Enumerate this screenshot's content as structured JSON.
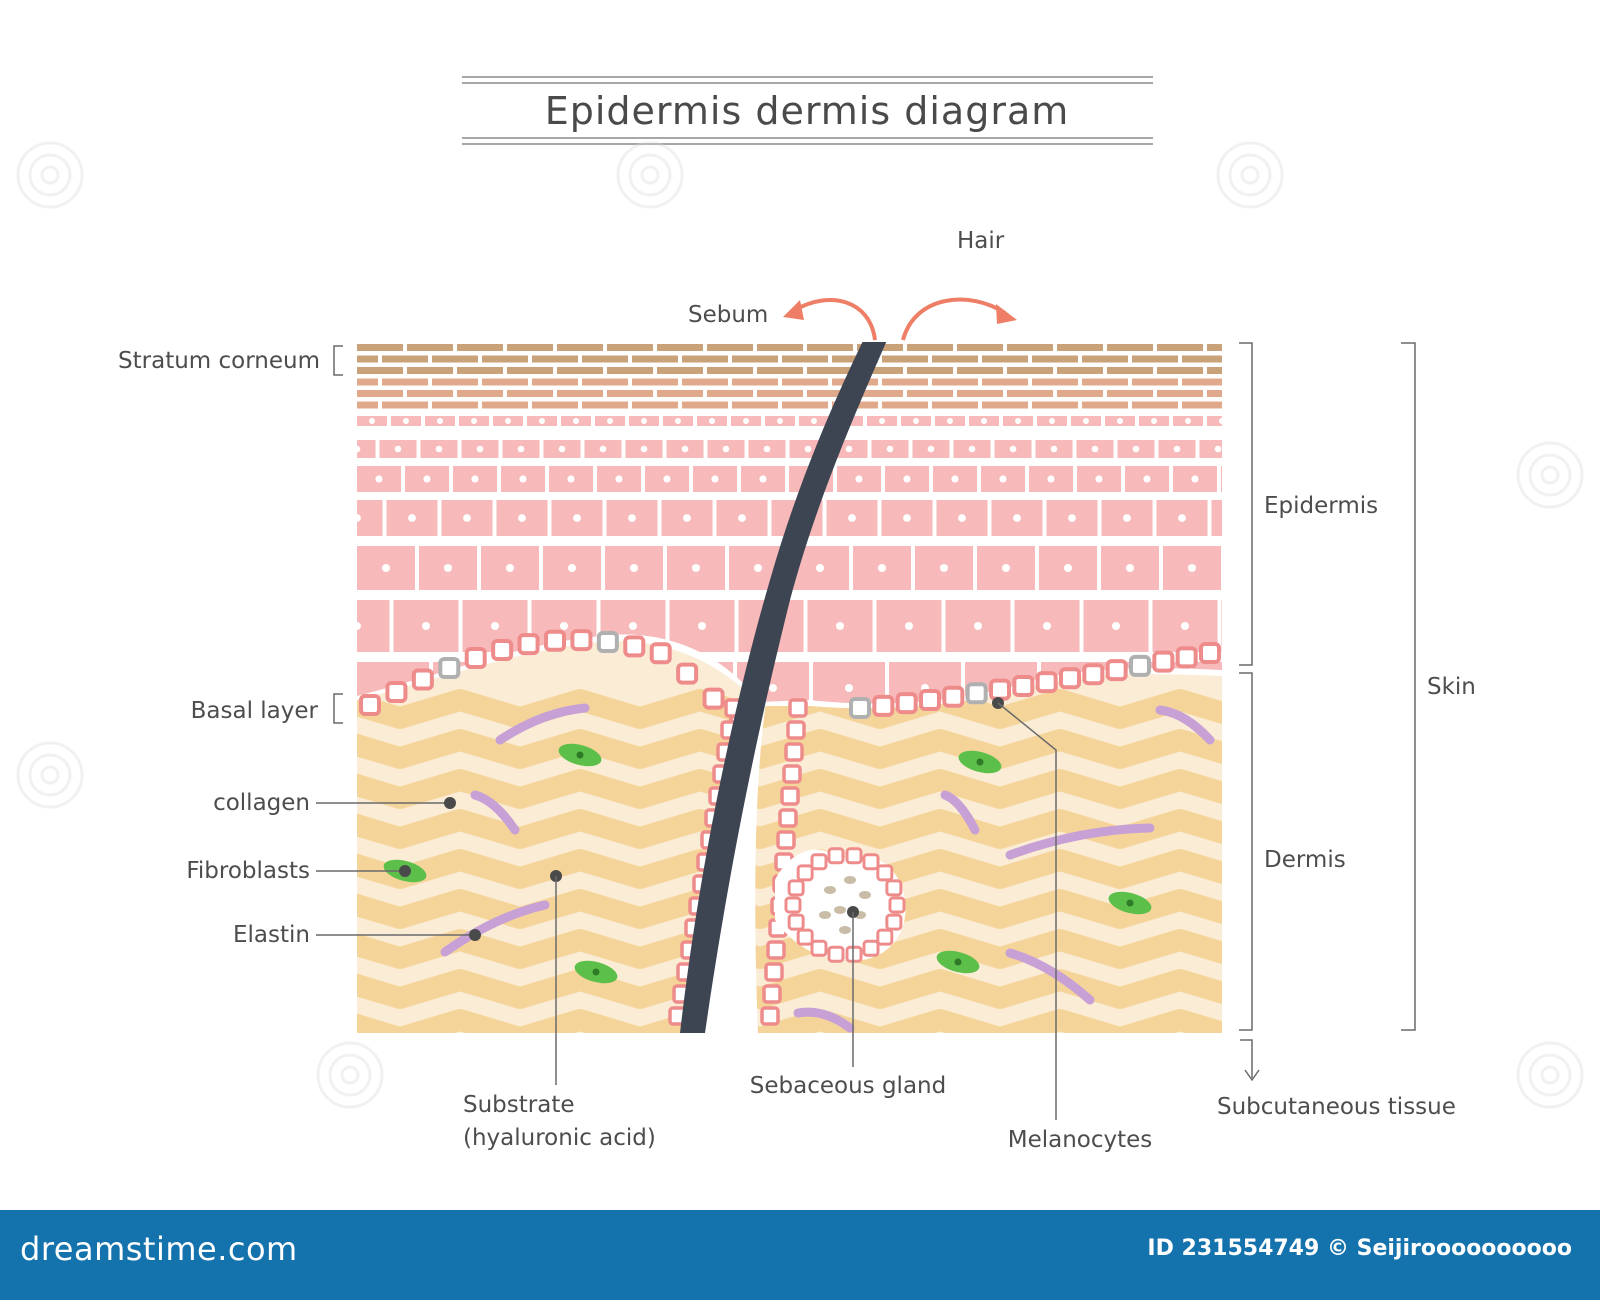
{
  "title": "Epidermis dermis diagram",
  "labels": {
    "hair": "Hair",
    "sebum": "Sebum",
    "stratum_corneum": "Stratum corneum",
    "basal_layer": "Basal layer",
    "collagen": "collagen",
    "fibroblasts": "Fibroblasts",
    "elastin": "Elastin",
    "substrate_line1": "Substrate",
    "substrate_line2": "(hyaluronic acid)",
    "sebaceous_gland": "Sebaceous gland",
    "melanocytes": "Melanocytes",
    "epidermis": "Epidermis",
    "dermis": "Dermis",
    "skin": "Skin",
    "subcutaneous": "Subcutaneous tissue"
  },
  "footer": {
    "logo": "dreamstime.com",
    "id_text": "ID 231554749 © Seijiroooooooooo"
  },
  "colors": {
    "stratum_corneum": "#c9a27a",
    "epidermis_cells": "#f7b9b9",
    "basal_cells": "#ee8c8c",
    "melanocyte": "#b0b0b0",
    "dermis_fiber": "#f5d49a",
    "dermis_background": "#fbecd6",
    "hair": "#3d4452",
    "sebum_arrow": "#ee7e66",
    "fibroblast": "#5cbf4a",
    "elastin": "#c7a0d6",
    "footer_bg": "#1472ad"
  },
  "icons": [
    "sebum-arrow-icon",
    "down-arrow-icon",
    "watermark-spiral-icon"
  ]
}
